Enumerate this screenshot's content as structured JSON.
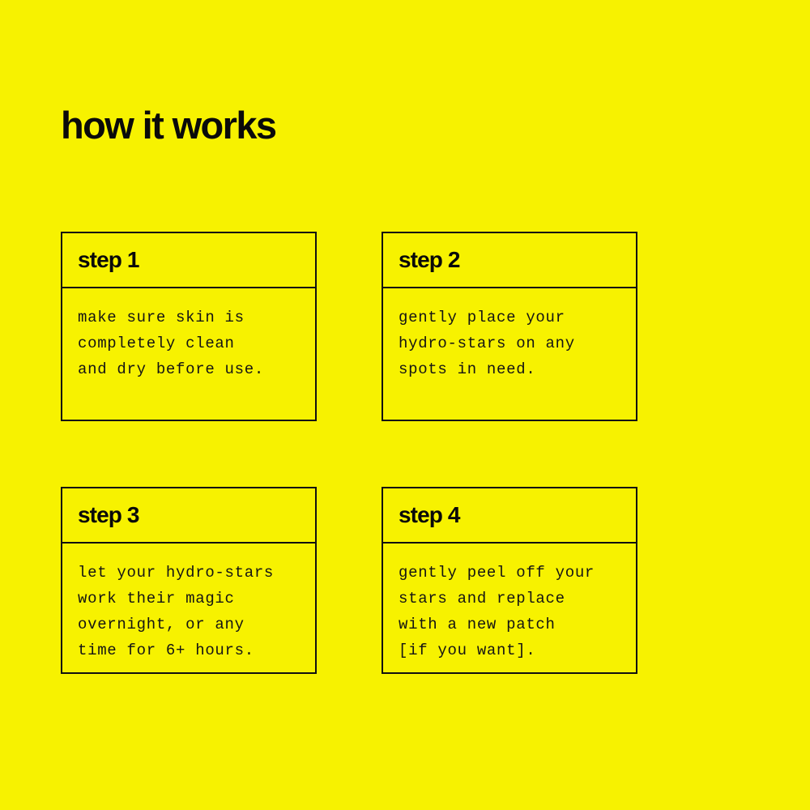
{
  "theme": {
    "background": "#F7F200",
    "ink": "#0A0A0A",
    "border": "#111111"
  },
  "header": {
    "title": "how it works"
  },
  "steps": [
    {
      "label": "step 1",
      "body": "make sure skin is\ncompletely clean\nand dry before use."
    },
    {
      "label": "step 2",
      "body": "gently place your\nhydro-stars on any\nspots in need."
    },
    {
      "label": "step 3",
      "body": "let your hydro-stars\nwork their magic\novernight, or any\ntime for 6+ hours."
    },
    {
      "label": "step 4",
      "body": "gently peel off your\nstars and replace\nwith a new patch\n[if you want]."
    }
  ]
}
